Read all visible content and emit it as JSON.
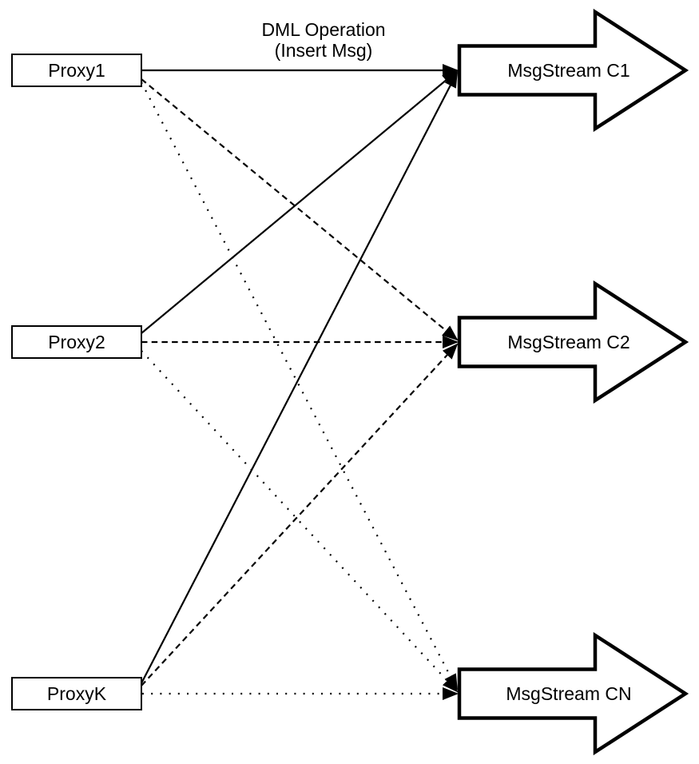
{
  "diagram": {
    "background_color": "#ffffff",
    "line_color": "#000000",
    "shape_fill_color": "#ffffff",
    "annotation": {
      "line1": "DML Operation",
      "line2": "(Insert Msg)"
    },
    "proxies": [
      {
        "id": "proxy1",
        "label": "Proxy1"
      },
      {
        "id": "proxy2",
        "label": "Proxy2"
      },
      {
        "id": "proxyk",
        "label": "ProxyK"
      }
    ],
    "streams": [
      {
        "id": "c1",
        "label": "MsgStream C1"
      },
      {
        "id": "c2",
        "label": "MsgStream C2"
      },
      {
        "id": "cn",
        "label": "MsgStream CN"
      }
    ],
    "connections": [
      {
        "from": "Proxy1",
        "to": "MsgStream C1",
        "line_style": "solid"
      },
      {
        "from": "Proxy1",
        "to": "MsgStream C2",
        "line_style": "dashed"
      },
      {
        "from": "Proxy1",
        "to": "MsgStream CN",
        "line_style": "dotted"
      },
      {
        "from": "Proxy2",
        "to": "MsgStream C1",
        "line_style": "solid"
      },
      {
        "from": "Proxy2",
        "to": "MsgStream C2",
        "line_style": "dashed"
      },
      {
        "from": "Proxy2",
        "to": "MsgStream CN",
        "line_style": "dotted"
      },
      {
        "from": "ProxyK",
        "to": "MsgStream C1",
        "line_style": "solid"
      },
      {
        "from": "ProxyK",
        "to": "MsgStream C2",
        "line_style": "dashed"
      },
      {
        "from": "ProxyK",
        "to": "MsgStream CN",
        "line_style": "dotted"
      }
    ]
  }
}
